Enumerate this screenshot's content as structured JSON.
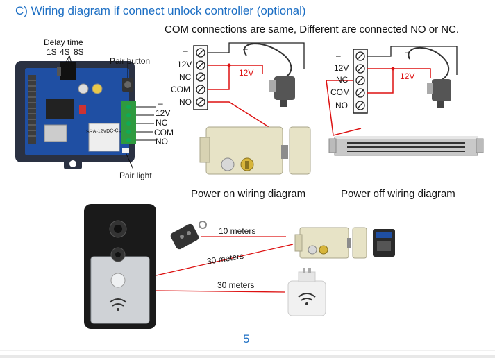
{
  "section_title": "C) Wiring diagram if connect unlock controller (optional)",
  "subtitle": "COM connections are same, Different are connected NO or NC.",
  "controller": {
    "delay_time_label": "Delay time",
    "delay_options": [
      "1S",
      "4S",
      "8S"
    ],
    "pair_button_label": "Pair button",
    "pair_light_label": "Pair light",
    "terminals": [
      "–",
      "12V",
      "NC",
      "COM",
      "NO"
    ],
    "board_text": "SRA-12VDC-CL"
  },
  "power_on": {
    "terminals": [
      "–",
      "12V",
      "NC",
      "COM",
      "NO"
    ],
    "wire_minus_label": "–",
    "wire_12v_label": "12V",
    "caption": "Power on wiring diagram"
  },
  "power_off": {
    "terminals": [
      "–",
      "12V",
      "NC",
      "COM",
      "NO"
    ],
    "wire_minus_label": "–",
    "wire_12v_label": "12V",
    "caption": "Power off wiring diagram"
  },
  "distances": {
    "remote_to_lock": "10 meters",
    "doorbell_to_lock": "30 meters",
    "doorbell_to_chime": "30 meters"
  },
  "page_number": "5",
  "colors": {
    "title_blue": "#1d6fc4",
    "wire_red": "#d11111",
    "wire_black": "#222222"
  }
}
